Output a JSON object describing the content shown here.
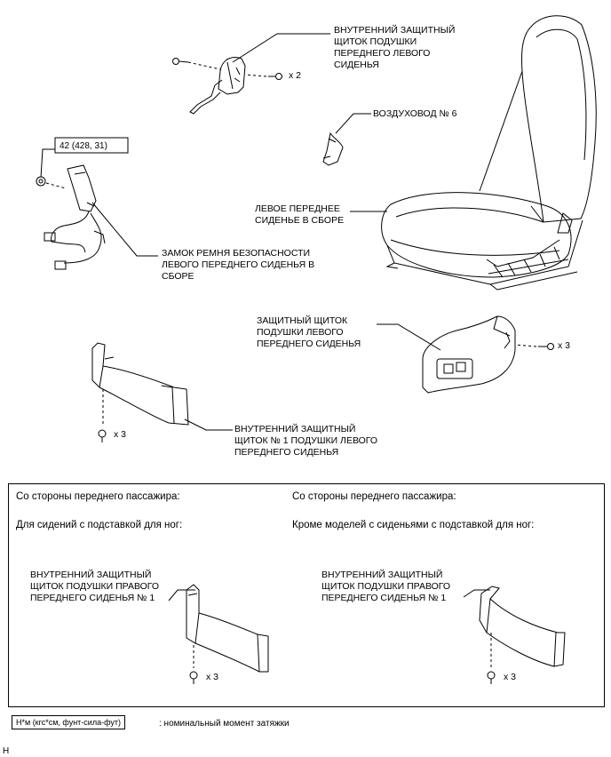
{
  "labels": {
    "inner_shield_left_cushion": "ВНУТРЕННИЙ ЗАЩИТНЫЙ\nЩИТОК ПОДУШКИ\nПЕРЕДНЕГО ЛЕВОГО\nСИДЕНЬЯ",
    "x2": "x 2",
    "air_duct": "ВОЗДУХОВОД № 6",
    "torque_value": "42 (428, 31)",
    "left_front_seat_assy": "ЛЕВОЕ ПЕРЕДНЕЕ\nСИДЕНЬЕ В СБОРЕ",
    "seat_belt_buckle": "ЗАМОК РЕМНЯ БЕЗОПАСНОСТИ\nЛЕВОГО ПЕРЕДНЕГО СИДЕНЬЯ В\nСБОРЕ",
    "shield_cushion_left": "ЗАЩИТНЫЙ ЩИТОК\nПОДУШКИ ЛЕВОГО\nПЕРЕДНЕГО СИДЕНЬЯ",
    "x3_right": "x 3",
    "x3_left": "x 3",
    "inner_shield_no1": "ВНУТРЕННИЙ ЗАЩИТНЫЙ\nЩИТОК № 1 ПОДУШКИ ЛЕВОГО\nПЕРЕДНЕГО СИДЕНЬЯ"
  },
  "box": {
    "left_heading": "Со стороны переднего пассажира:",
    "left_sub": "Для сидений с подставкой для ног:",
    "right_heading": "Со стороны переднего пассажира:",
    "right_sub": "Кроме моделей с сиденьями с подставкой для ног:",
    "left_part_label": "ВНУТРЕННИЙ ЗАЩИТНЫЙ\nЩИТОК ПОДУШКИ ПРАВОГО\nПЕРЕДНЕГО СИДЕНЬЯ № 1",
    "right_part_label": "ВНУТРЕННИЙ ЗАЩИТНЫЙ\nЩИТОК ПОДУШКИ ПРАВОГО\nПЕРЕДНЕГО СИДЕНЬЯ № 1",
    "left_x3": "x 3",
    "right_x3": "x 3"
  },
  "legend": {
    "unit": "Н*м (кгс*см, фунт-сила-фут)",
    "description": ": номинальный момент затяжки"
  },
  "footer_code": "H"
}
